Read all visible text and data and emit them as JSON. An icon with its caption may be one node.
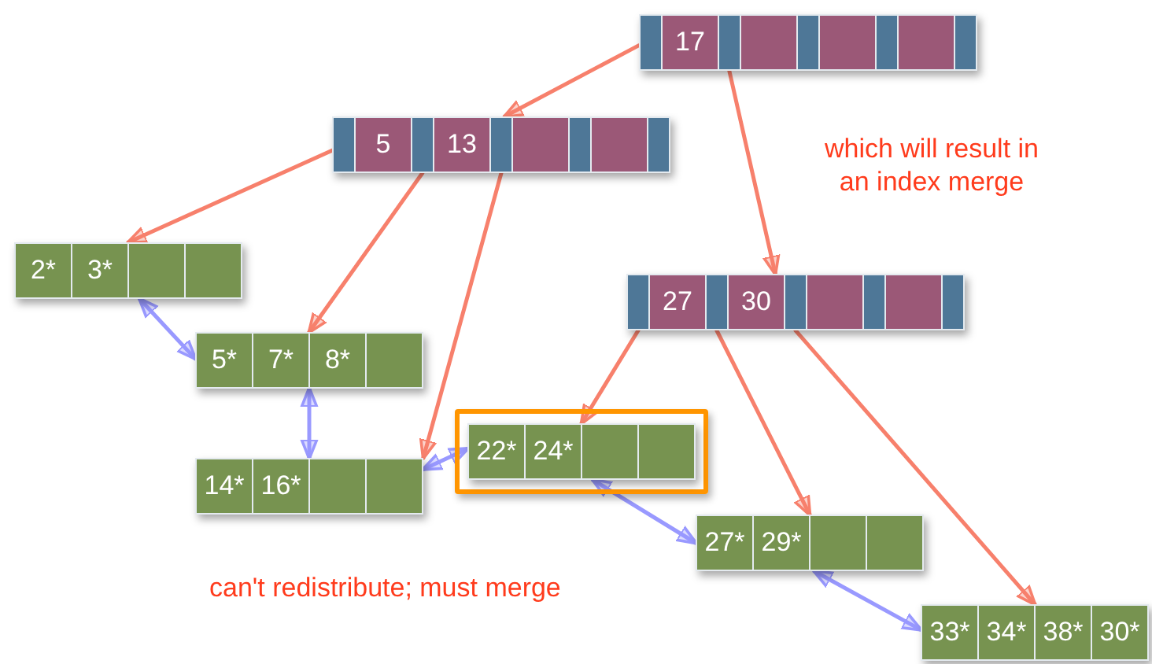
{
  "diagram": {
    "nodes": [
      {
        "text": [
          "17"
        ]
      },
      {
        "text": [
          "5",
          "13"
        ]
      },
      {
        "text": [
          "27",
          "30"
        ]
      },
      {
        "text": [
          "2*",
          "3*"
        ]
      },
      {
        "text": [
          "5*",
          "7*",
          "8*"
        ]
      },
      {
        "text": [
          "14*",
          "16*"
        ]
      },
      {
        "text": [],
        "shape": "box"
      },
      {
        "text": [
          "22*",
          "24*"
        ],
        "in": 6
      },
      {
        "text": [
          "27*",
          "29*"
        ]
      },
      {
        "text": [
          "33*",
          "34*",
          "38*",
          "30*"
        ]
      }
    ],
    "edges": [
      {
        "from": 0,
        "to": 1,
        "arrow": "to"
      },
      {
        "from": 0,
        "to": 2,
        "arrow": "to"
      },
      {
        "from": 1,
        "to": 3,
        "arrow": "to"
      },
      {
        "from": 1,
        "to": 4,
        "arrow": "to"
      },
      {
        "from": 1,
        "to": 5,
        "arrow": "to"
      },
      {
        "from": 2,
        "to": 7,
        "arrow": "to"
      },
      {
        "from": 2,
        "to": 8,
        "arrow": "to"
      },
      {
        "from": 2,
        "to": 9,
        "arrow": "to"
      },
      {
        "from": 3,
        "to": 4,
        "arrow": "both",
        "color": "#9999ff"
      },
      {
        "from": 4,
        "to": 5,
        "arrow": "both",
        "color": "#9999ff"
      },
      {
        "from": 5,
        "to": 7,
        "arrow": "both",
        "color": "#9999ff"
      },
      {
        "from": 7,
        "to": 8,
        "arrow": "both",
        "color": "#9999ff"
      },
      {
        "from": 8,
        "to": 9,
        "arrow": "both",
        "color": "#9999ff"
      }
    ],
    "labels": [
      "which will result in an index merge",
      "can't redistribute; must merge"
    ]
  }
}
